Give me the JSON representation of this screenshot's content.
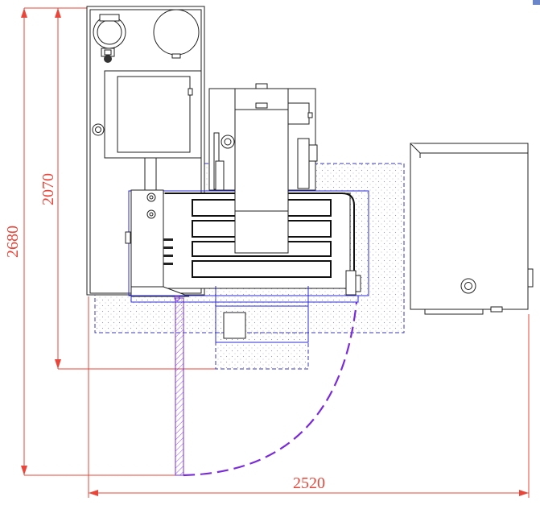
{
  "dimensions": {
    "total_height": "2680",
    "cabinet_height": "2070",
    "total_width": "2520"
  },
  "colors": {
    "dimension": "#e8463a",
    "machine": "#222222",
    "zone": "#3a3ab8",
    "door_swing": "#7a2bd9"
  }
}
